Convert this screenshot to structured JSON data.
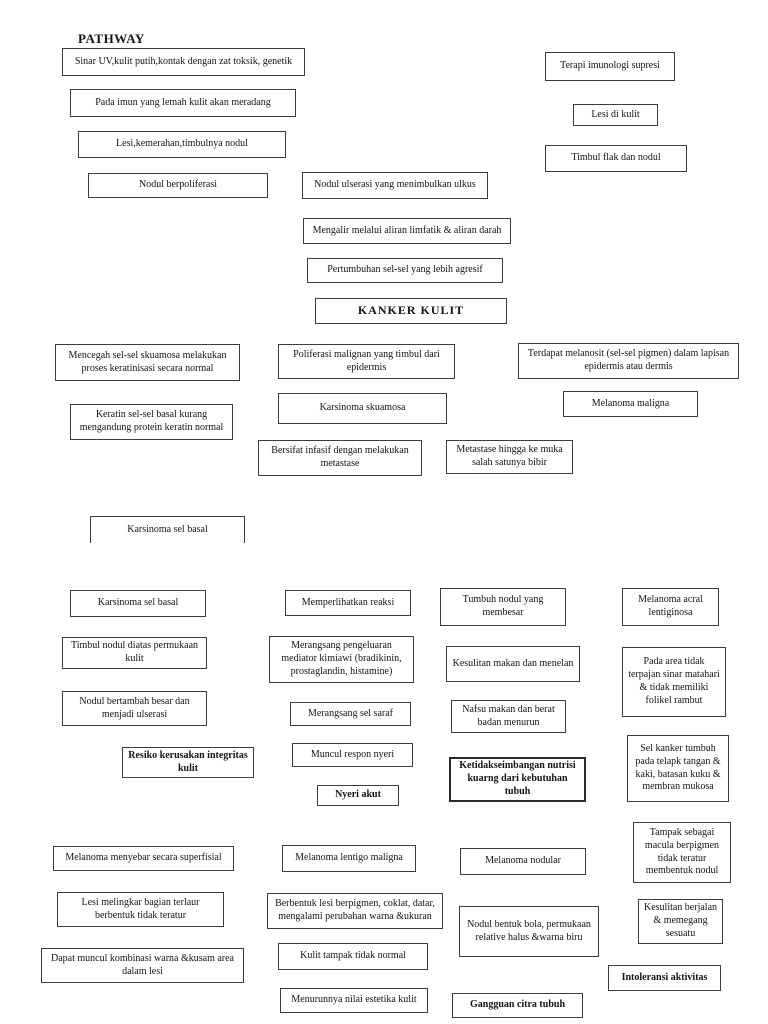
{
  "page": {
    "title": "PATHWAY"
  },
  "boxes": {
    "sinar_uv": {
      "text": "Sinar UV,kulit putih,kontak dengan zat toksik, genetik"
    },
    "terapi": {
      "text": "Terapi imunologi supresi"
    },
    "pada_imun": {
      "text": "Pada imun yang lemah kulit akan meradang"
    },
    "lesi_di_kulit": {
      "text": "Lesi di kulit"
    },
    "lesi_kemerahan": {
      "text": "Lesi,kemerahan,timbulnya nodul"
    },
    "timbul_flak": {
      "text": "Timbul flak dan nodul"
    },
    "nodul_berpoliferasi": {
      "text": "Nodul berpoliferasi"
    },
    "nodul_ulserasi": {
      "text": "Nodul ulserasi yang menimbulkan ulkus"
    },
    "mengalir": {
      "text": "Mengalir melalui aliran limfatik & aliran darah"
    },
    "pertumbuhan": {
      "text": "Pertumbuhan sel-sel yang lebih agresif"
    },
    "kanker_kulit": {
      "text": "KANKER KULIT"
    },
    "mencegah": {
      "text": "Mencegah sel-sel skuamosa melakukan proses keratinisasi secara normal"
    },
    "poliferasi": {
      "text": "Poliferasi malignan yang timbul dari epidermis"
    },
    "terdapat_melanosit": {
      "text": "Terdapat melanosit (sel-sel pigmen) dalam lapisan epidermis atau dermis"
    },
    "karsinoma_skuamosa": {
      "text": "Karsinoma skuamosa"
    },
    "melanoma_maligna": {
      "text": "Melanoma maligna"
    },
    "keratin": {
      "text": "Keratin sel-sel basal kurang mengandung protein keratin normal"
    },
    "bersifat": {
      "text": "Bersifat infasif dengan melakukan metastase"
    },
    "metastase": {
      "text": "Metastase hingga ke muka salah satunya bibir"
    },
    "karsinoma_basal_1": {
      "text": "Karsinoma sel basal"
    },
    "karsinoma_basal_2": {
      "text": "Karsinoma sel basal"
    },
    "memperlihatkan": {
      "text": "Memperlihatkan reaksi"
    },
    "tumbuh_nodul": {
      "text": "Tumbuh nodul yang membesar"
    },
    "melanoma_acral": {
      "text": "Melanoma acral lentiginosa"
    },
    "timbul_nodul": {
      "text": "Timbul nodul diatas permukaan kulit"
    },
    "merangsang_pengeluaran": {
      "text": "Merangsang pengeluaran mediator kimiawi (bradikinin, prostaglandin, histamine)"
    },
    "kesulitan_makan": {
      "text": "Kesulitan makan dan menelan"
    },
    "pada_area": {
      "text": "Pada area tidak terpajan sinar matahari & tidak memiliki folikel rambut"
    },
    "nodul_bertambah": {
      "text": "Nodul bertambah besar dan menjadi ulserasi"
    },
    "merangsang_saraf": {
      "text": "Merangsang sel saraf"
    },
    "nafsu_makan": {
      "text": "Nafsu makan dan berat badan menurun"
    },
    "sel_kanker": {
      "text": "Sel kanker tumbuh pada telapk tangan & kaki, batasan kuku & membran mukosa"
    },
    "resiko": {
      "text": "Resiko kerusakan integritas kulit"
    },
    "muncul_respon": {
      "text": "Muncul respon nyeri"
    },
    "ketidakseimbangan": {
      "text": "Ketidakseimbangan nutrisi kuarng dari kebutuhan tubuh"
    },
    "nyeri_akut": {
      "text": "Nyeri akut"
    },
    "tampak_sebagai": {
      "text": "Tampak sebagai macula berpigmen tidak teratur membentuk nodul"
    },
    "melanoma_menyebar": {
      "text": "Melanoma menyebar secara superfisial"
    },
    "melanoma_lentigo": {
      "text": "Melanoma lentigo maligna"
    },
    "melanoma_nodular": {
      "text": "Melanoma nodular"
    },
    "lesi_melingkar": {
      "text": "Lesi melingkar bagian terlaur berbentuk tidak teratur"
    },
    "berbentuk_lesi": {
      "text": "Berbentuk lesi berpigmen, coklat, datar, mengalami perubahan warna &ukuran"
    },
    "kesulitan_berjalan": {
      "text": "Kesulitan berjalan & memegang sesuatu"
    },
    "nodul_bola": {
      "text": "Nodul bentuk bola, permukaan relative halus &warna biru"
    },
    "dapat_muncul": {
      "text": "Dapat muncul kombinasi warna &kusam area dalam lesi"
    },
    "kulit_tampak": {
      "text": "Kulit tampak tidak normal"
    },
    "intoleransi": {
      "text": "Intoleransi aktivitas"
    },
    "menurunnya": {
      "text": "Menurunnya nilai estetika kulit"
    },
    "gangguan": {
      "text": "Gangguan citra tubuh"
    }
  },
  "colors": {
    "page_background": "#ffffff",
    "box_border": "#3d3d3d",
    "text": "#141414"
  }
}
